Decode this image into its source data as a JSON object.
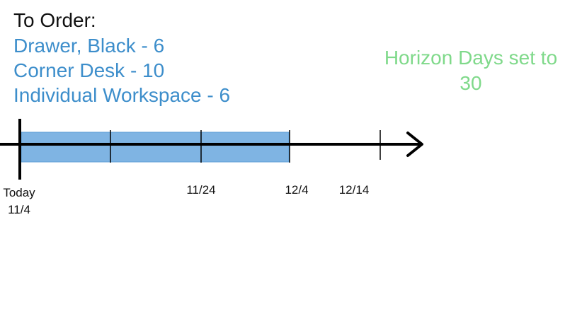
{
  "heading": "To Order:",
  "order_items": [
    "Drawer, Black - 6",
    "Corner Desk - 10",
    "Individual Workspace - 6"
  ],
  "horizon_text": "Horizon Days set to 30",
  "timeline": {
    "today_label": "Today",
    "today_date": "11/4",
    "date_labels": [
      "11/24",
      "12/4",
      "12/14"
    ],
    "highlight_color": "#7fb4e3",
    "order_text_color": "#3d8ecb",
    "horizon_text_color": "#7fd98a"
  }
}
